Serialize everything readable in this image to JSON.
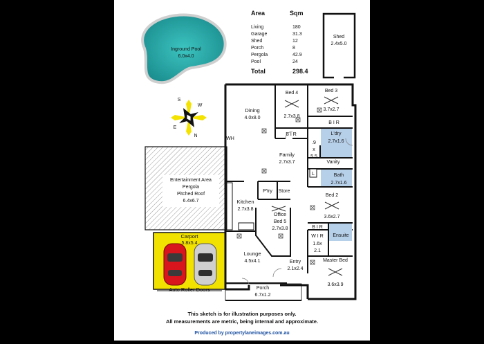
{
  "area_table": {
    "header_area": "Area",
    "header_sqm": "Sqm",
    "rows": [
      {
        "name": "Living",
        "sqm": "180"
      },
      {
        "name": "Garage",
        "sqm": "31.3"
      },
      {
        "name": "Shed",
        "sqm": "12"
      },
      {
        "name": "Porch",
        "sqm": "8"
      },
      {
        "name": "Pergola",
        "sqm": "42.9"
      },
      {
        "name": "Pool",
        "sqm": "24"
      }
    ],
    "total_label": "Total",
    "total_value": "298.4"
  },
  "pool": {
    "name": "Inground Pool",
    "dims": "6.0x4.0"
  },
  "shed": {
    "name": "Shed",
    "dims": "2.4x5.0"
  },
  "compass": {
    "n": "N",
    "s": "S",
    "e": "E",
    "w": "W"
  },
  "rooms": {
    "bed4": {
      "name": "Bed 4",
      "dims": "2.7x3.8"
    },
    "bed3": {
      "name": "Bed 3",
      "dims": "3.7x2.7"
    },
    "bir_top": "B I R",
    "bir_bed3": "B I R",
    "dining": {
      "name": "Dining",
      "dims": "4.0x8.0"
    },
    "wh": "WH",
    "hall": {
      "a": ".9",
      "b": "x",
      "c": "5.5"
    },
    "ldry": {
      "name": "L'dry",
      "dims": "2.7x1.6"
    },
    "vanity": "Vanity",
    "l_cupboard": "L",
    "bath": {
      "name": "Bath",
      "dims": "2.7x1.6"
    },
    "family": {
      "name": "Family",
      "dims": "2.7x3.7"
    },
    "entertainment": {
      "l1": "Entertainment Area",
      "l2": "Pergola",
      "l3": "Pitched Roof",
      "dims": "6.4x6.7"
    },
    "pantry": "P'try",
    "store": "Store",
    "kitchen": {
      "name": "Kitchen",
      "dims": "2.7x3.8"
    },
    "office": {
      "l1": "Office",
      "l2": "Bed 5",
      "dims": "2.7x3.8"
    },
    "bed2": {
      "name": "Bed 2",
      "dims": "3.6x2.7"
    },
    "bir_bed2": "B I R",
    "ensuite": "Ensuite",
    "wir": {
      "name": "W I R",
      "a": "1.6x",
      "b": "2.1"
    },
    "master": {
      "name": "Master Bed",
      "dims": "3.6x3.9"
    },
    "carport": {
      "name": "Carport",
      "dims": "5.8x5.4",
      "doors": "Auto Roller Doors"
    },
    "lounge": {
      "name": "Lounge",
      "dims": "4.5x4.1"
    },
    "entry": {
      "name": "Entry",
      "dims": "2.1x2.4"
    },
    "porch": {
      "name": "Porch",
      "dims": "6.7x1.2"
    }
  },
  "footer": {
    "line1": "This sketch is for illustration purposes only.",
    "line2": "All measurements are metric, being internal and approximate.",
    "credit": "Produced by propertylaneimages.com.au"
  },
  "colors": {
    "pool": "#2aa8a8",
    "carport": "#f2e200",
    "wet": "#b7d0ea",
    "car_red": "#d8141c",
    "car_silver": "#c9c9c9"
  }
}
